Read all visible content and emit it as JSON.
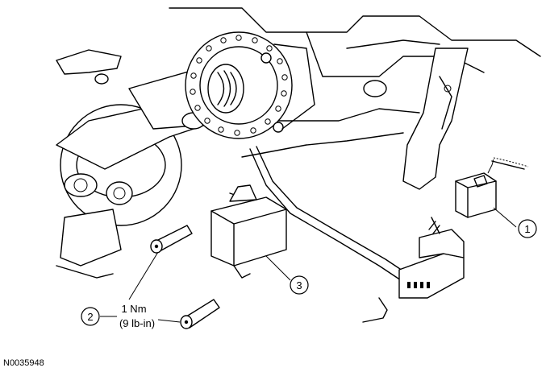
{
  "callouts": {
    "one": "1",
    "two": "2",
    "three": "3"
  },
  "torque": {
    "value": "1 Nm",
    "imperial": "(9 lb-in)"
  },
  "figure_id": "N0035948"
}
